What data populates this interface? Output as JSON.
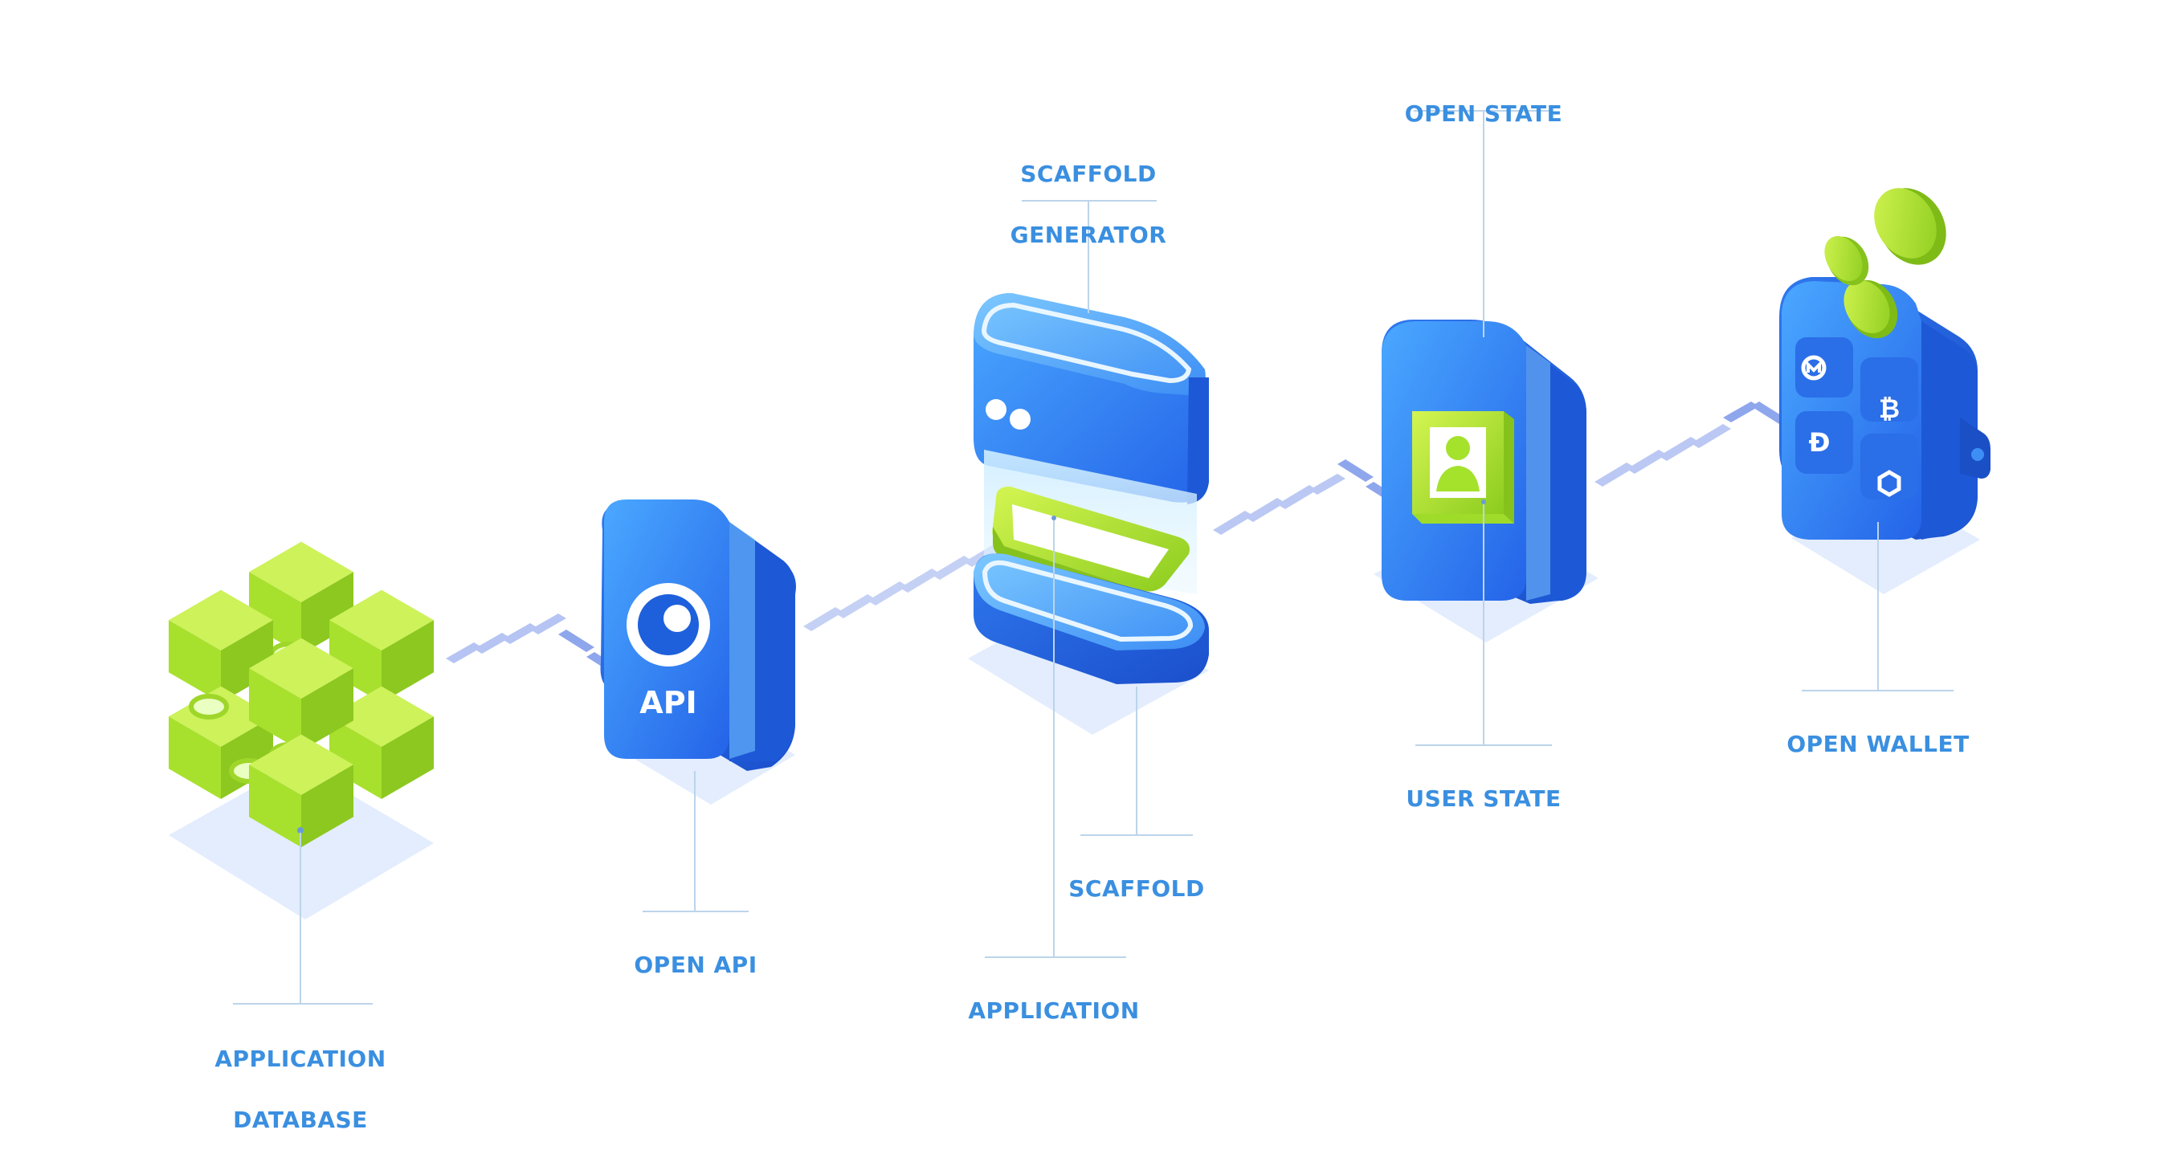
{
  "theme": {
    "label_color": "#3a8fe0",
    "leader_color": "#bcd4ea",
    "block_blue": "#2f7df0",
    "block_blue_dark": "#1f5fd9",
    "block_blue_light": "#5ab2ff",
    "lime": "#a4e22c",
    "lime_dark": "#86c21c",
    "lime_light": "#c9f04a",
    "shadow": "#e3edfd",
    "arrow": "#8ea6ec"
  },
  "nodes": [
    {
      "id": "db",
      "lines": [
        "APPLICATION",
        "DATABASE"
      ],
      "icon": "cube-cluster-icon"
    },
    {
      "id": "api",
      "lines": [
        "OPEN API"
      ],
      "icon": "api-block-icon",
      "badge": "API"
    },
    {
      "id": "gen",
      "lines": [
        "SCAFFOLD",
        "GENERATOR"
      ],
      "icon": "server-block-icon"
    },
    {
      "id": "scaffold",
      "lines": [
        "SCAFFOLD"
      ],
      "icon": "base-plate-icon"
    },
    {
      "id": "app",
      "lines": [
        "APPLICATION"
      ],
      "icon": "phone-screen-icon"
    },
    {
      "id": "state",
      "lines": [
        "OPEN STATE"
      ],
      "icon": "state-block-icon"
    },
    {
      "id": "user",
      "lines": [
        "USER STATE"
      ],
      "icon": "user-avatar-icon"
    },
    {
      "id": "wallet",
      "lines": [
        "OPEN WALLET"
      ],
      "icon": "wallet-icon"
    }
  ],
  "wallet_coins": [
    "monero-icon",
    "bitcoin-icon",
    "dash-icon",
    "chainlink-icon"
  ]
}
